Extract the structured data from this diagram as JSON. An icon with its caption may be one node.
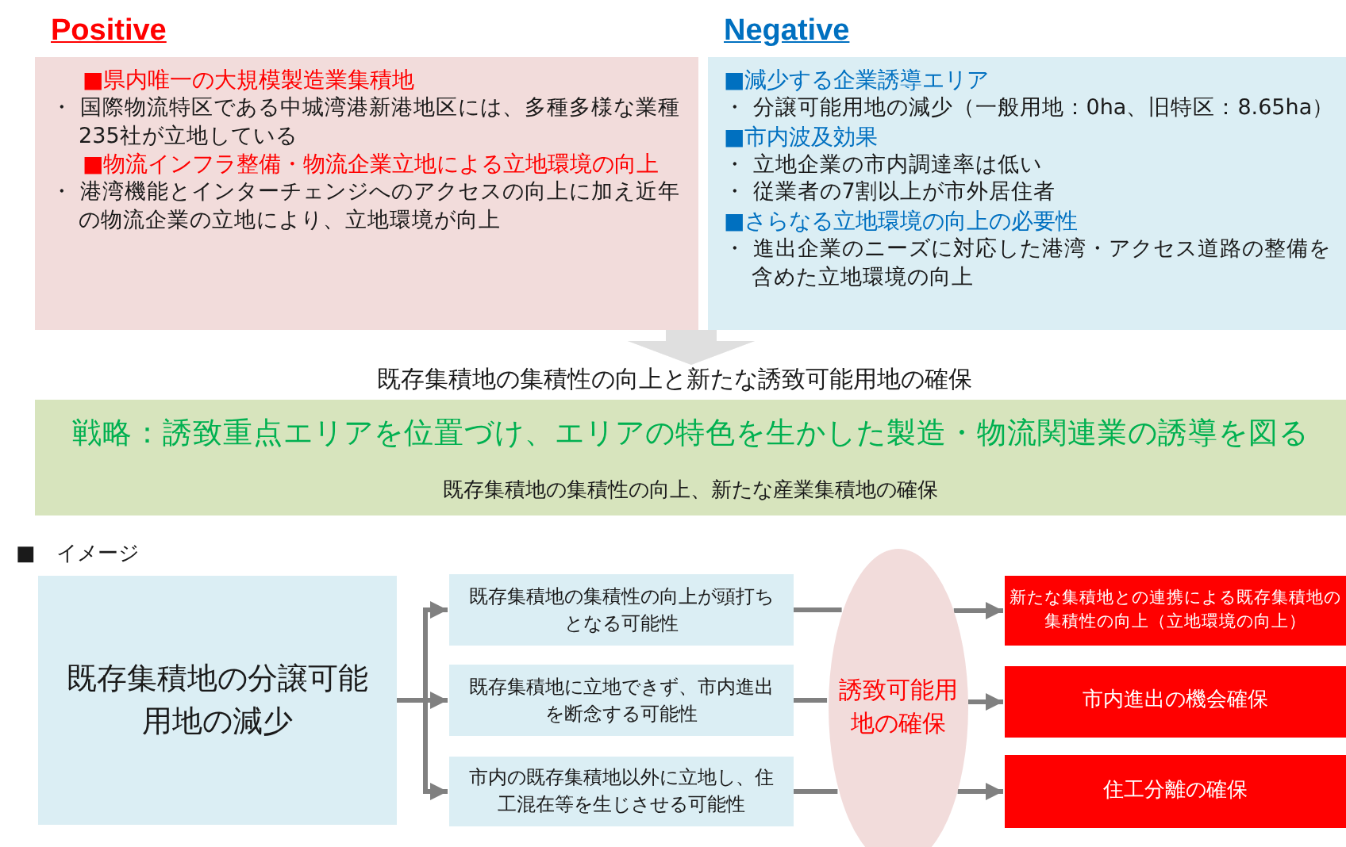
{
  "diagram": {
    "nodes": [
      {
        "text": [
          "Positive",
          "■県内唯一の大規模製造業集積地",
          "・ 国際物流特区である中城湾港新港地区には、多種多様な業種235社が立地している",
          "■物流インフラ整備・物流企業立地による立地環境の向上",
          "・ 港湾機能とインターチェンジへのアクセスの向上に加え近年の物流企業の立地により、立地環境が向上"
        ]
      },
      {
        "text": [
          "Negative",
          "■減少する企業誘導エリア",
          "・ 分譲可能用地の減少（一般用地：0ha、旧特区：8.65ha）",
          "■市内波及効果",
          "・ 立地企業の市内調達率は低い",
          "・ 従業者の7割以上が市外居住者",
          "■さらなる立地環境の向上の必要性",
          "・ 進出企業のニーズに対応した港湾・アクセス道路の整備を含めた立地環境の向上"
        ]
      },
      {
        "text": [
          "既存集積地の集積性の向上と新たな誘致可能用地の確保"
        ]
      },
      {
        "text": [
          "戦略：誘致重点エリアを位置づけ、エリアの特色を生かした製造・物流関連業の誘導を図る",
          "既存集積地の集積性の向上、新たな産業集積地の確保"
        ]
      },
      {
        "text": [
          "既存集積地の分譲可能用地の減少"
        ]
      },
      {
        "text": [
          "既存集積地の集積性の向上が頭打ちとなる可能性"
        ]
      },
      {
        "text": [
          "既存集積地に立地できず、市内進出を断念する可能性"
        ]
      },
      {
        "text": [
          "市内の既存集積地以外に立地し、住工混在等を生じさせる可能性"
        ]
      },
      {
        "text": [
          "誘致可能用地の確保"
        ]
      },
      {
        "text": [
          "新たな集積地との連携による既存集積地の集積性の向上（立地環境の向上）"
        ]
      },
      {
        "text": [
          "市内進出の機会確保"
        ]
      },
      {
        "text": [
          "住工分離の確保"
        ]
      }
    ],
    "edges": [
      {
        "from": 0,
        "to": 2,
        "arrow": "to",
        "style": "thick",
        "color": "#d9d9d9"
      },
      {
        "from": 1,
        "to": 2,
        "arrow": "to",
        "style": "thick",
        "color": "#d9d9d9"
      },
      {
        "from": 4,
        "to": 5,
        "arrow": "to"
      },
      {
        "from": 4,
        "to": 6,
        "arrow": "to"
      },
      {
        "from": 4,
        "to": 7,
        "arrow": "to"
      },
      {
        "from": 5,
        "to": 8,
        "arrow": "none"
      },
      {
        "from": 6,
        "to": 8,
        "arrow": "none"
      },
      {
        "from": 7,
        "to": 8,
        "arrow": "none"
      },
      {
        "from": 8,
        "to": 9,
        "arrow": "to"
      },
      {
        "from": 8,
        "to": 10,
        "arrow": "to"
      },
      {
        "from": 8,
        "to": 11,
        "arrow": "to"
      }
    ],
    "labels": [
      "■　イメージ"
    ]
  }
}
